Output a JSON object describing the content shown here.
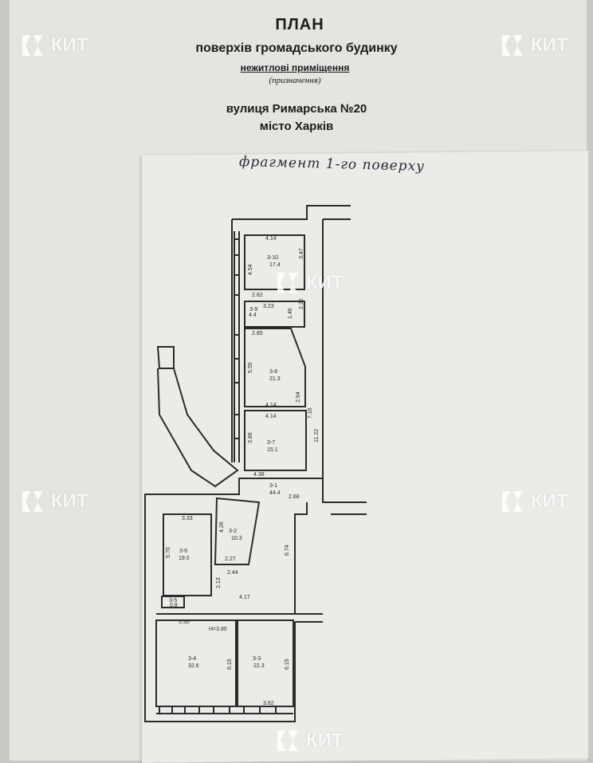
{
  "header": {
    "title": "ПЛАН",
    "subtitle": "поверхів громадського будинку",
    "purpose": "нежитлові приміщення",
    "purpose_caption": "(призначення)",
    "street": "вулиця Римарська №20",
    "city": "місто Харків"
  },
  "handwritten_note": "фрагмент 1-го поверху",
  "watermark": {
    "brand": "КИТ",
    "icon": "kit-logo-icon"
  },
  "plan": {
    "dimensions": [
      "4.14",
      "3.47",
      "4.54",
      "2.82",
      "2.22",
      "3.23",
      "1.46",
      "2.85",
      "5.55",
      "2.94",
      "4.14",
      "4.14",
      "7.16",
      "3.88",
      "11.22",
      "4.38",
      "2.68",
      "3.33",
      "4.26",
      "5.70",
      "2.27",
      "2.44",
      "6.74",
      "2.13",
      "4.17",
      "5.30",
      "6.15",
      "6.15",
      "3.62",
      "H=3.80"
    ],
    "rooms": [
      {
        "id": "3-10",
        "area": "17.4"
      },
      {
        "id": "3-9",
        "area": "4.4"
      },
      {
        "id": "3-8",
        "area": "21.3"
      },
      {
        "id": "3-7",
        "area": "15.1"
      },
      {
        "id": "3-1",
        "area": "44.4"
      },
      {
        "id": "3-2",
        "area": "10.3"
      },
      {
        "id": "3-6",
        "area": "19.0"
      },
      {
        "id": "3-5",
        "area": "0.8"
      },
      {
        "id": "3-4",
        "area": "32.6"
      },
      {
        "id": "3-3",
        "area": "22.3"
      }
    ]
  },
  "colors": {
    "ink": "#2b2b2b",
    "paper": "#ebebe8",
    "background": "#c9c9c4"
  }
}
